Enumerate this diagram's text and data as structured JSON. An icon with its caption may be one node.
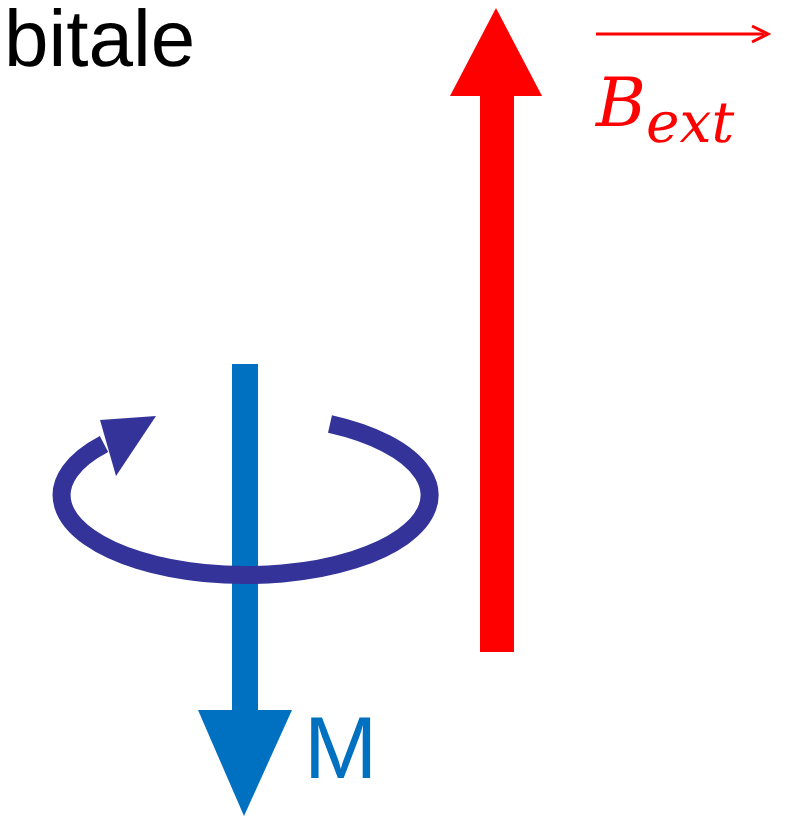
{
  "diagram": {
    "labels": [
      "bitale",
      "B$_{ext}$",
      "M"
    ]
  }
}
